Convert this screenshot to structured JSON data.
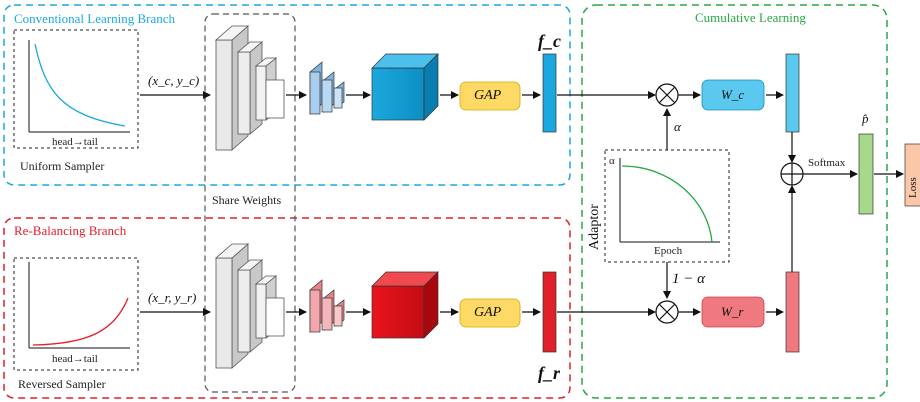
{
  "branches": {
    "conventional": {
      "title": "Conventional Learning Branch",
      "sampler": "Uniform Sampler",
      "input": "(x_c, y_c)",
      "feature": "f_c",
      "gap": "GAP",
      "weight": "W_c"
    },
    "rebalancing": {
      "title": "Re-Balancing Branch",
      "sampler": "Reversed Sampler",
      "input": "(x_r, y_r)",
      "feature": "f_r",
      "gap": "GAP",
      "weight": "W_r"
    }
  },
  "cumulative": {
    "title": "Cumulative Learning",
    "adaptor": "Adaptor",
    "alpha_axis": "α",
    "epoch_axis": "Epoch",
    "alpha": "α",
    "one_minus_alpha": "1 − α",
    "softmax": "Softmax",
    "p_hat": "p̂",
    "loss": "Loss"
  },
  "share_weights": "Share Weights",
  "plot_xlabel": "head→tail",
  "colors": {
    "conventional": "#1ba8de",
    "rebalancing": "#e0202a",
    "cumulative": "#28a745",
    "gap_fill": "#ffd966",
    "wc_fill": "#5bc8ef",
    "wr_fill": "#f0797f",
    "phat_fill": "#a8d88c",
    "loss_fill": "#fac8a8"
  }
}
